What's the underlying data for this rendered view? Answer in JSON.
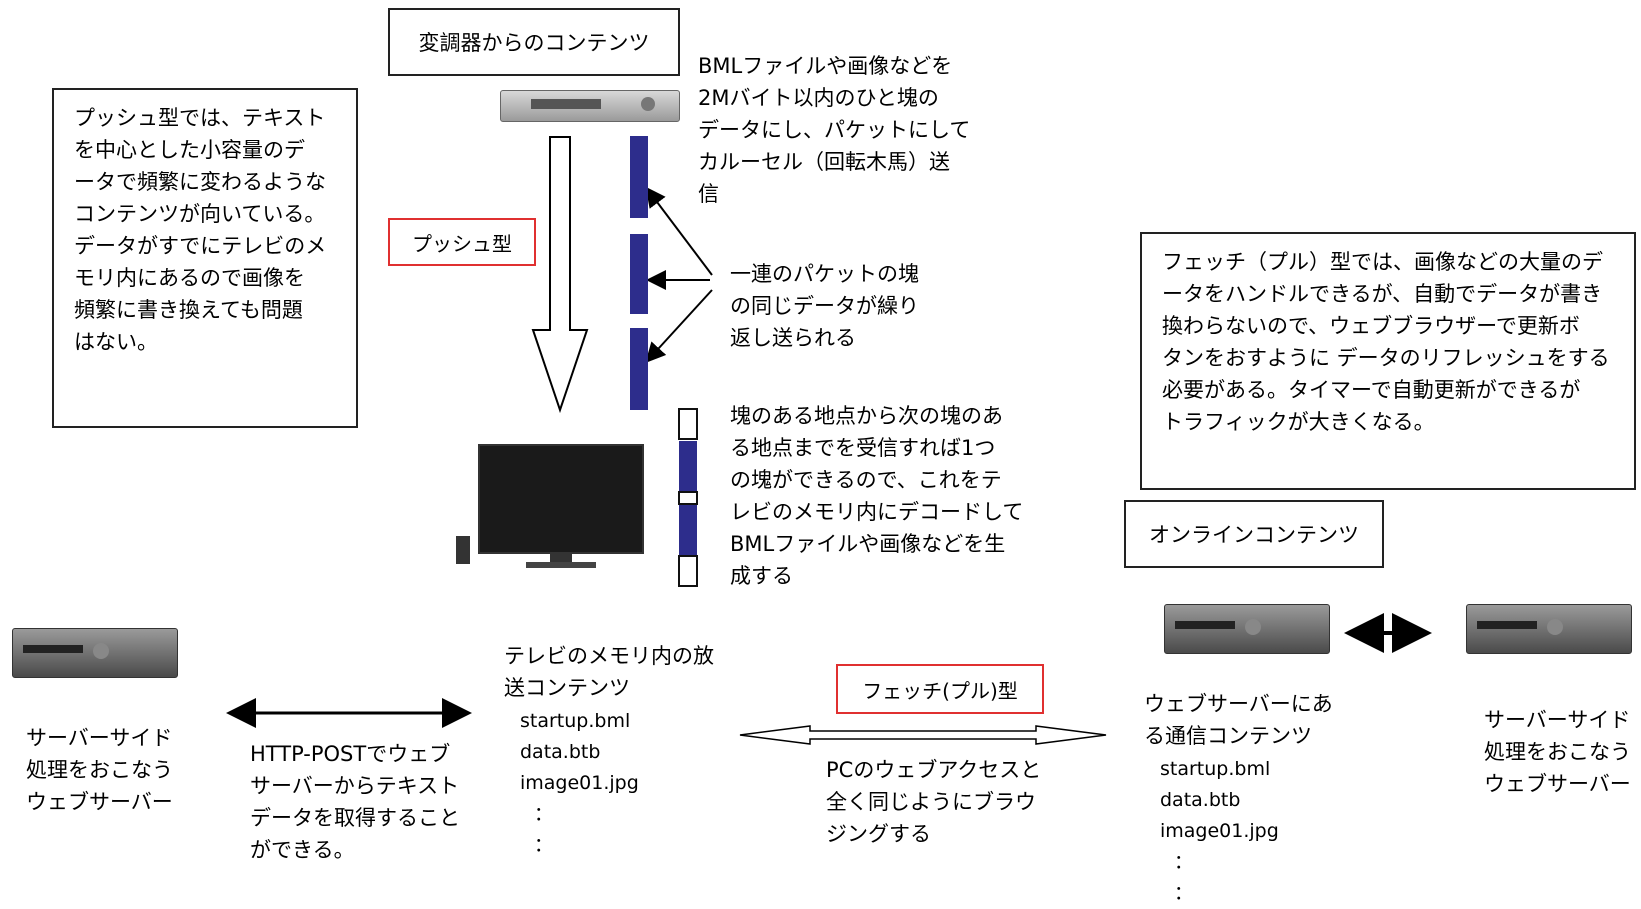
{
  "modulator_title": "変調器からのコンテンツ",
  "push_box_text": "プッシュ型では、テキスト\nを中心とした小容量のデ\nータで頻繁に変わるような\nコンテンツが向いている。\nデータがすでにテレビのメ\nモリ内にあるので画像を\n頻繁に書き換えても問題\nはない。",
  "push_label": "プッシュ型",
  "carousel_text": "BMLファイルや画像などを\n2Mバイト以内のひと塊の\nデータにし、パケットにして\nカルーセル（回転木馬）送\n信",
  "repeat_text": "一連のパケットの塊\nの同じデータが繰り\n返し送られる",
  "decode_text": "塊のある地点から次の塊のあ\nる地点までを受信すれば1つ\nの塊ができるので、これをテ\nレビのメモリ内にデコードして\nBMLファイルや画像などを生\n成する",
  "fetch_box_text": "フェッチ（プル）型では、画像などの大量のデ\nータをハンドルできるが、自動でデータが書き\n換わらないので、ウェブブラウザーで更新ボ\nタンをおすように データのリフレッシュをする\n必要がある。タイマーで自動更新ができるが\nトラフィックが大きくなる。",
  "online_title": "オンラインコンテンツ",
  "left_server_label": "サーバーサイド\n処理をおこなう\nウェブサーバー",
  "http_post_text": "HTTP-POSTでウェブ\nサーバーからテキスト\nデータを取得すること\nができる。",
  "tv_memory_title": "テレビのメモリ内の放\n送コンテンツ",
  "tv_files": [
    "startup.bml",
    "data.btb",
    "image01.jpg",
    "：",
    "："
  ],
  "fetch_label": "フェッチ(プル)型",
  "browse_text": "PCのウェブアクセスと\n全く同じようにブラウ\nジングする",
  "web_content_title": "ウェブサーバーにあ\nる通信コンテンツ",
  "web_files": [
    "startup.bml",
    "data.btb",
    "image01.jpg",
    "：",
    "："
  ],
  "right_server_label": "サーバーサイド\n処理をおこなう\nウェブサーバー",
  "colors": {
    "packet": "#2d2d8c",
    "red_border": "#e03030"
  }
}
